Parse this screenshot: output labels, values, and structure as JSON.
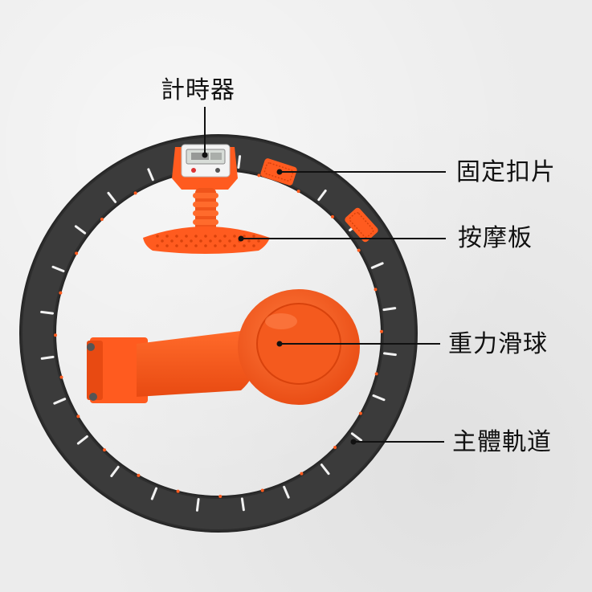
{
  "colors": {
    "background": "#ececec",
    "track": "#3a3a3a",
    "track_edge": "#262626",
    "accent_orange": "#ff5b1f",
    "accent_orange_dark": "#e0440e",
    "display_white": "#f4f4f4",
    "leader_line": "#111111"
  },
  "labels": {
    "timer": "計時器",
    "fixed_clip": "固定扣片",
    "massage_board": "按摩板",
    "gravity_ball": "重力滑球",
    "main_track": "主體軌道"
  }
}
